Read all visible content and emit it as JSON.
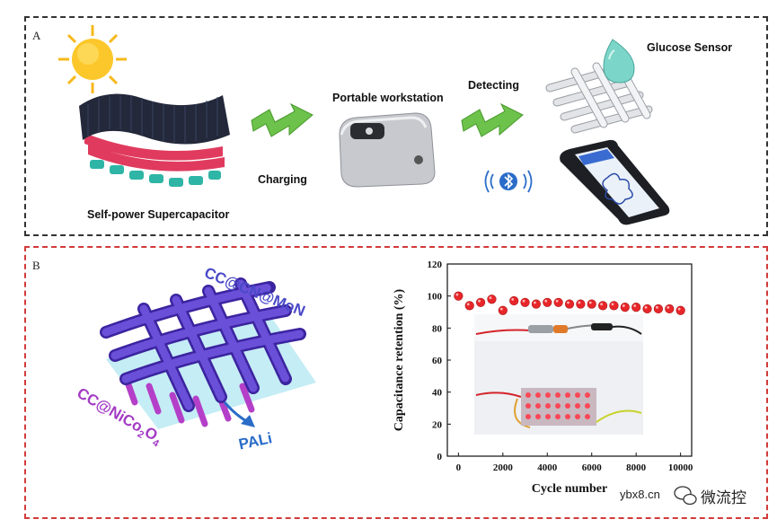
{
  "panelA": {
    "label": "A",
    "self_power": "Self-power Supercapacitor",
    "charging": "Charging",
    "workstation": "Portable workstation",
    "detecting": "Detecting",
    "glucose_sensor": "Glucose Sensor"
  },
  "panelB": {
    "label": "B",
    "cc_cn_mon": "CC@CN@MoN",
    "cc_nico_main": "CC@NiCo",
    "cc_nico_sub1": "2",
    "cc_nico_o": "O",
    "cc_nico_sub2": "4",
    "pali": "PALi"
  },
  "chart_data": {
    "type": "scatter",
    "xlabel": "Cycle number",
    "ylabel": "Capacitance retention (%)",
    "xlim": [
      -500,
      10500
    ],
    "ylim": [
      0,
      120
    ],
    "xticks": [
      0,
      2000,
      4000,
      6000,
      8000,
      10000
    ],
    "yticks": [
      0,
      20,
      40,
      60,
      80,
      100,
      120
    ],
    "x": [
      0,
      500,
      1000,
      1500,
      2000,
      2500,
      3000,
      3500,
      4000,
      4500,
      5000,
      5500,
      6000,
      6500,
      7000,
      7500,
      8000,
      8500,
      9000,
      9500,
      10000
    ],
    "y": [
      100,
      94,
      96,
      98,
      91,
      97,
      96,
      95,
      96,
      96,
      95,
      95,
      95,
      94,
      94,
      93,
      93,
      92,
      92,
      92,
      91
    ],
    "marker_color": "#e8262a"
  },
  "watermark": {
    "site": "ybx8.cn",
    "brand": "微流控"
  },
  "colors": {
    "panelA_border": "#333333",
    "panelB_border": "#d23a3a",
    "arrow_green": "#6cc24a",
    "fiber_purple": "#5b3fc8",
    "fiber_magenta": "#b43fc8",
    "label_blue": "#4a49c8",
    "label_purple": "#a23ac4",
    "pali_blue": "#2a6cc8"
  }
}
